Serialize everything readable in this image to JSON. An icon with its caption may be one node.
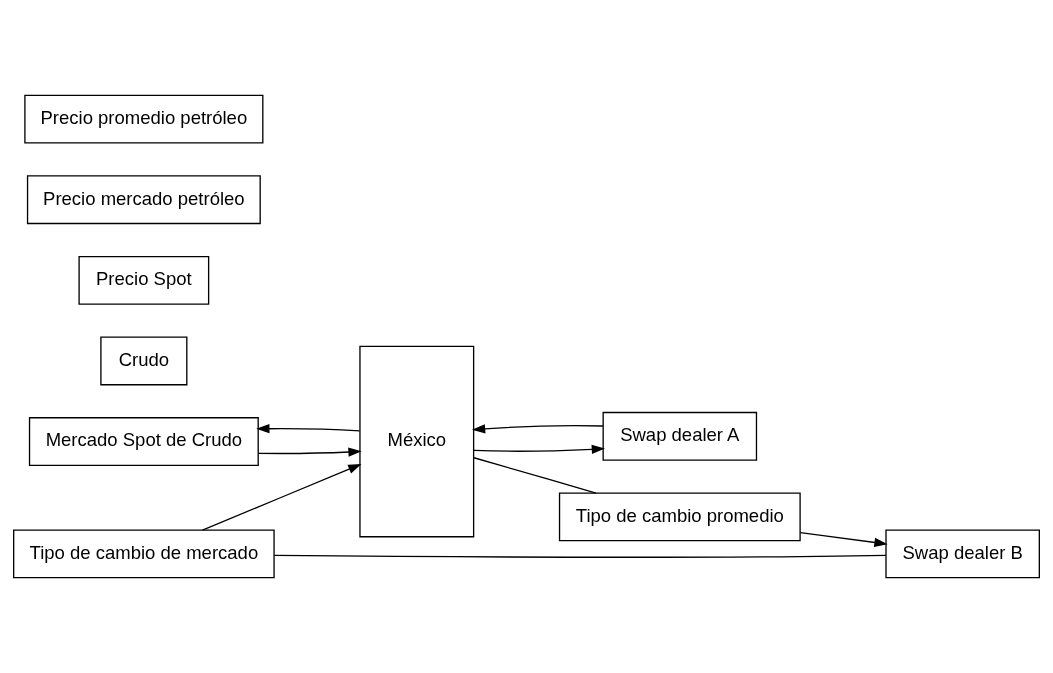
{
  "diagram": {
    "nodes": [
      {
        "text": [
          "Mercado Spot de Crudo"
        ]
      },
      {
        "text": [
          "Crudo"
        ]
      },
      {
        "text": [
          "Precio Spot"
        ]
      },
      {
        "text": [
          "México"
        ]
      },
      {
        "text": [
          "Precio mercado petróleo"
        ]
      },
      {
        "text": [
          "Swap dealer A"
        ]
      },
      {
        "text": [
          "Precio promedio petróleo"
        ]
      },
      {
        "text": [
          "Tipo de cambio de mercado"
        ]
      },
      {
        "text": [
          "Swap dealer B"
        ]
      },
      {
        "text": [
          "Tipo de cambio promedio"
        ]
      }
    ],
    "edges": [
      {
        "from": 0,
        "to": 3,
        "arrow": "to"
      },
      {
        "from": 3,
        "to": 0,
        "arrow": "to"
      },
      {
        "from": 3,
        "to": 5,
        "arrow": "to"
      },
      {
        "from": 5,
        "to": 3,
        "arrow": "to"
      },
      {
        "from": 7,
        "to": 3,
        "arrow": "to"
      },
      {
        "from": 7,
        "to": 8,
        "arrow": "none"
      },
      {
        "from": 3,
        "to": 9,
        "arrow": "none"
      },
      {
        "from": 9,
        "to": 8,
        "arrow": "to"
      }
    ]
  }
}
